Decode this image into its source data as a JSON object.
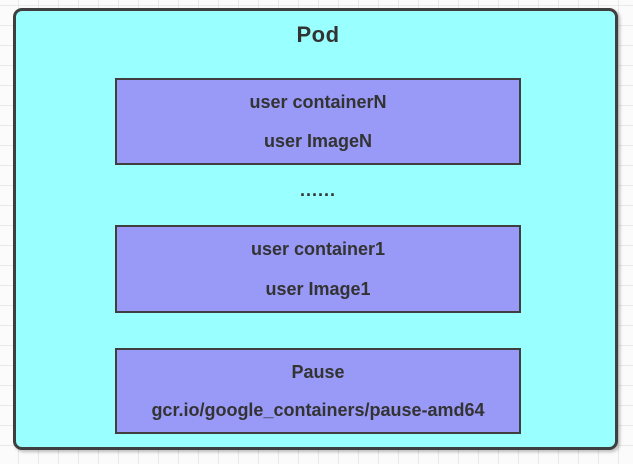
{
  "diagram": {
    "pod": {
      "title": "Pod",
      "ellipsis": "......",
      "containers": [
        {
          "name": "user containerN",
          "image": "user ImageN"
        },
        {
          "name": "user container1",
          "image": "user Image1"
        },
        {
          "name": "Pause",
          "image": "gcr.io/google_containers/pause-amd64"
        }
      ]
    },
    "colors": {
      "pod_fill": "#99ffff",
      "container_fill": "#9999f7",
      "shape_border": "#3f3f3f",
      "text": "#333333",
      "canvas_bg": "#fbfbfb",
      "grid_line": "#e9e9e9"
    }
  }
}
